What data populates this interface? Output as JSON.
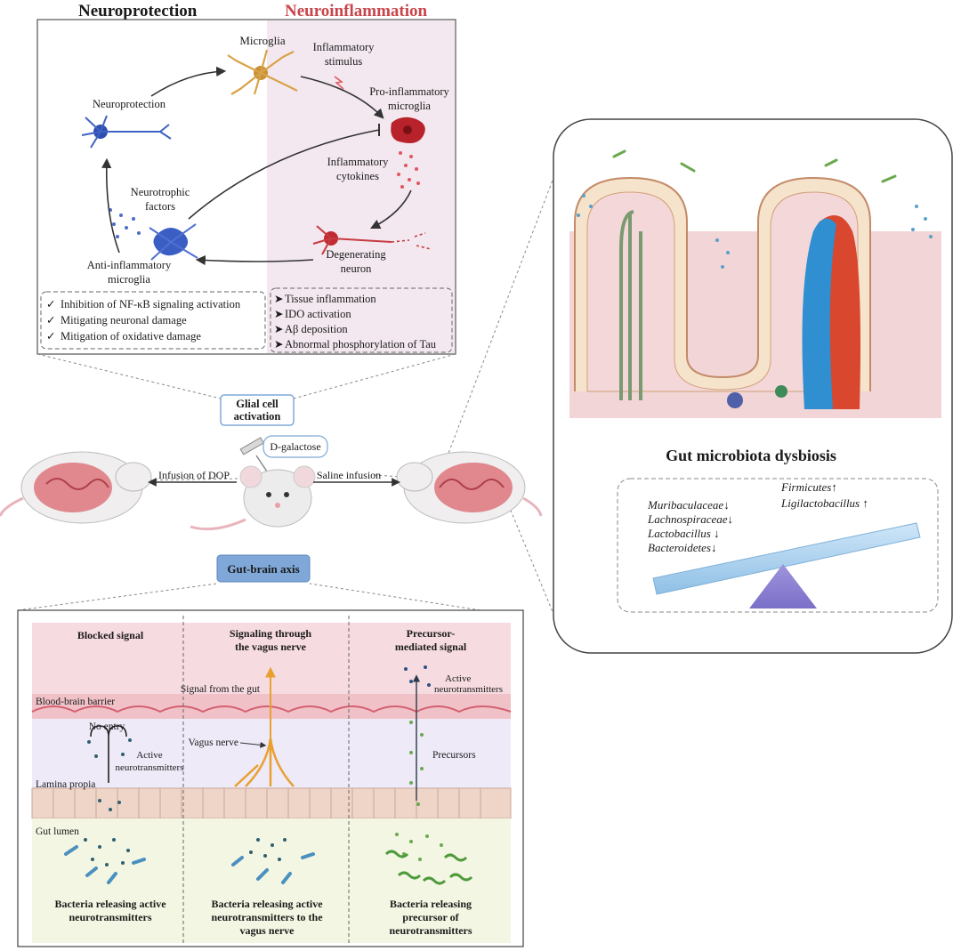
{
  "neuro": {
    "protection_title": "Neuroprotection",
    "inflammation_title": "Neuroinflammation",
    "microglia": "Microglia",
    "inflammatory_stimulus": [
      "Inflammatory",
      "stimulus"
    ],
    "pro_inflammatory": [
      "Pro-inflammatory",
      "microglia"
    ],
    "neuroprotection_node": "Neuroprotection",
    "inflammatory_cytokines": [
      "Inflammatory",
      "cytokines"
    ],
    "neurotrophic_factors": [
      "Neurotrophic",
      "factors"
    ],
    "degenerating_neuron": [
      "Degenerating",
      "neuron"
    ],
    "anti_inflammatory": [
      "Anti-inflammatory",
      "microglia"
    ],
    "left_list": [
      "Inhibition of NF-κB signaling activation",
      "Mitigating neuronal damage",
      "Mitigation of oxidative damage"
    ],
    "right_list": [
      "Tissue inflammation",
      "IDO activation",
      "Aβ deposition",
      "Abnormal phosphorylation of Tau"
    ]
  },
  "center": {
    "glial": [
      "Glial cell",
      "activation"
    ],
    "d_galactose": "D-galactose",
    "infusion_dop": "Infusion of DOP",
    "saline": "Saline infusion",
    "gut_brain": "Gut-brain axis"
  },
  "gut": {
    "title": "Gut microbiota  dysbiosis",
    "left_taxa": [
      "Muribaculaceae↓",
      "Lachnospiraceae↓",
      "Lactobacillus ↓",
      "Bacteroidetes↓"
    ],
    "right_taxa": [
      "Firmicutes↑",
      "Ligilactobacillus ↑"
    ]
  },
  "axis": {
    "col1_title": "Blocked signal",
    "col2_title": [
      "Signaling  through",
      "the vagus nerve"
    ],
    "col3_title": [
      "Precursor-",
      "mediated signal"
    ],
    "bbb": "Blood-brain barrier",
    "lamina": "Lamina propia",
    "lumen": "Gut lumen",
    "no_entry": "No entry",
    "active_nt": [
      "Active",
      "neurotransmitters"
    ],
    "signal_gut": "Signal from the gut",
    "vagus": "Vagus nerve",
    "active_nt3": [
      "Active",
      "neurotransmitters"
    ],
    "precursors": "Precursors",
    "col1_bottom": [
      "Bacteria releasing active",
      "neurotransmitters"
    ],
    "col2_bottom": [
      "Bacteria releasing active",
      "neurotransmitters  to the",
      "vagus nerve"
    ],
    "col3_bottom": [
      "Bacteria releasing",
      "precursor of",
      "neurotransmitters"
    ]
  },
  "colors": {
    "inflammation_red": "#c8454b",
    "blue_box": "#7fa8d8",
    "pink_band": "#f6dbe0",
    "lavender_band": "#eeeaf8",
    "green_band": "#f3f6e2"
  }
}
